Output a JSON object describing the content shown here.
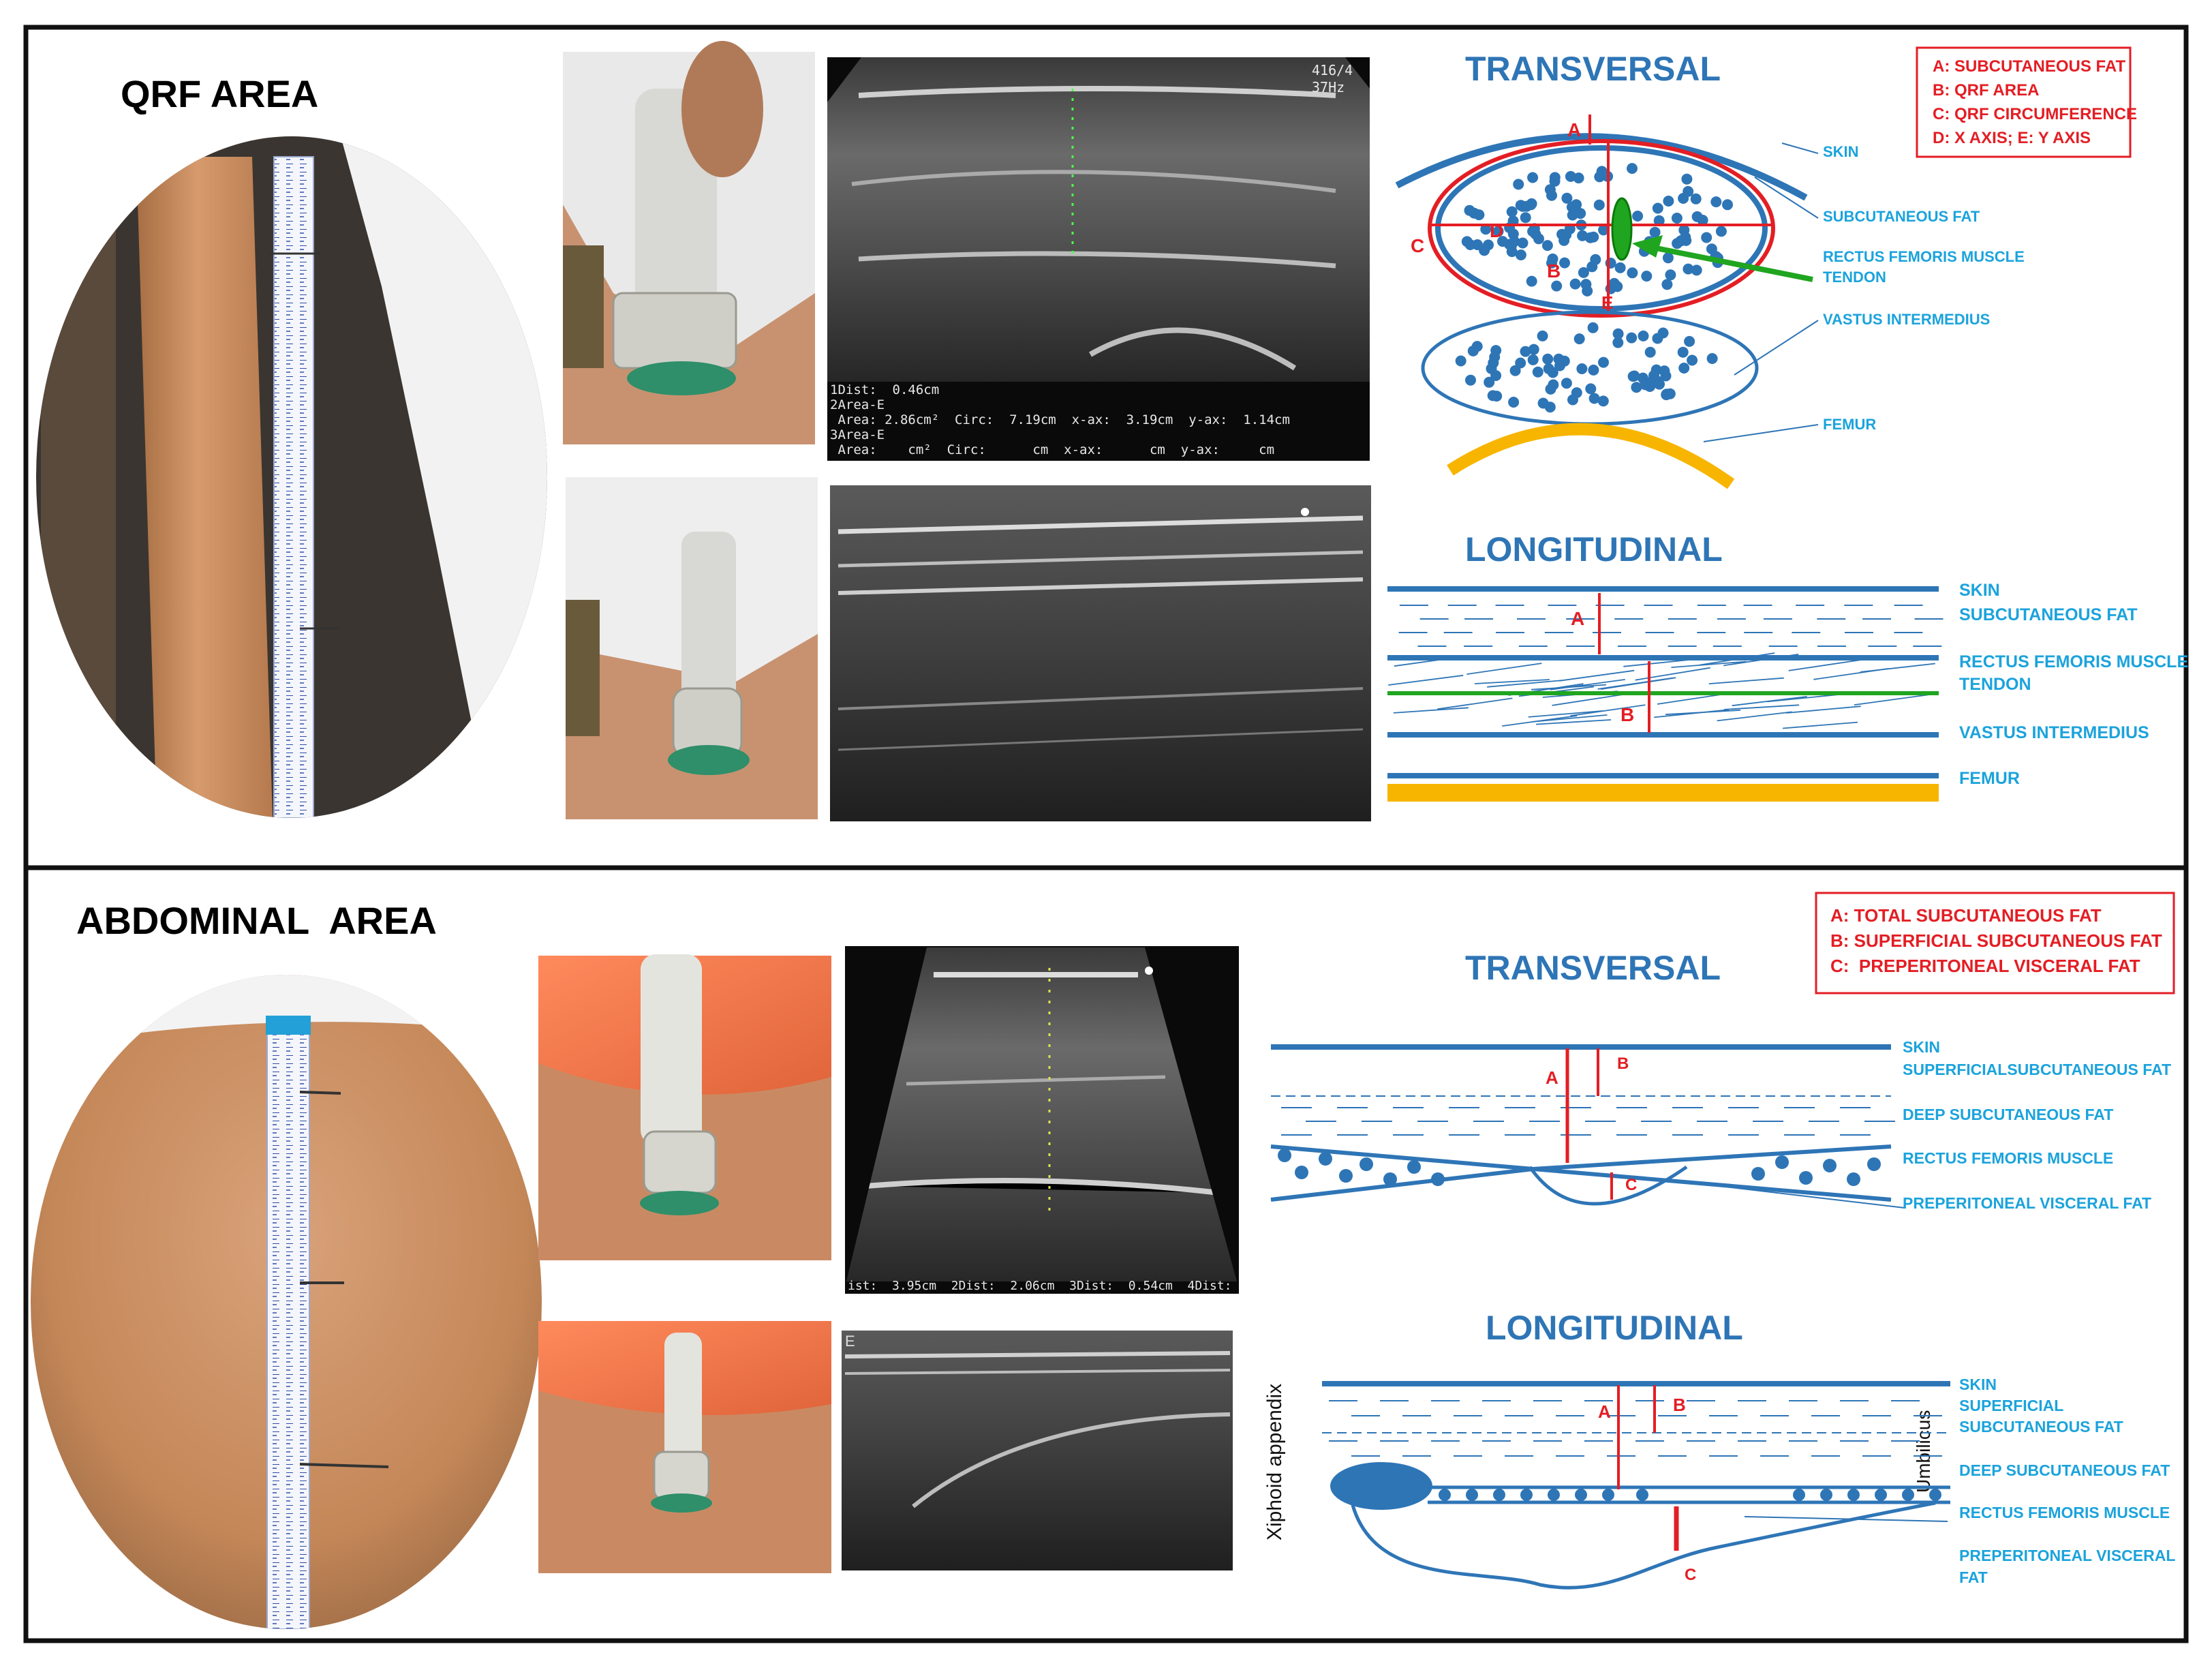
{
  "colors": {
    "diagram_blue": "#2e75b6",
    "label_blue": "#1ba3dc",
    "marker_red": "#e31e24",
    "tendon_green": "#1fa51f",
    "femur_yellow": "#f7b500",
    "border": "#111111"
  },
  "qrf": {
    "title": "QRF AREA",
    "us_transversal": {
      "vertical_label": "416/4\n37Hz",
      "readout": {
        "line1": "1Dist:  0.46cm",
        "line2": "2Area-E",
        "line3": " Area: 2.86cm²  Circ:  7.19cm  x-ax:  3.19cm  y-ax:  1.14cm",
        "line4": "3Area-E",
        "line5": " Area:    cm²  Circ:      cm  x-ax:      cm  y-ax:     cm"
      }
    },
    "transversal": {
      "title": "TRANSVERSAL",
      "legend": [
        "A: SUBCUTANEOUS FAT",
        "B: QRF AREA",
        "C: QRF CIRCUMFERENCE",
        "D: X AXIS; E: Y AXIS"
      ],
      "labels": {
        "skin": "SKIN",
        "subcutaneous_fat": "SUBCUTANEOUS FAT",
        "rectus_line1": "RECTUS FEMORIS MUSCLE",
        "rectus_line2": "TENDON",
        "vastus": "VASTUS INTERMEDIUS",
        "femur": "FEMUR"
      },
      "markers": {
        "a": "A",
        "b": "B",
        "c": "C",
        "d": "D",
        "e": "E"
      }
    },
    "longitudinal": {
      "title": "LONGITUDINAL",
      "labels": {
        "skin": "SKIN",
        "subcutaneous_fat": "SUBCUTANEOUS FAT",
        "rectus": "RECTUS FEMORIS MUSCLE",
        "tendon": "TENDON",
        "vastus": "VASTUS INTERMEDIUS",
        "femur": "FEMUR"
      },
      "markers": {
        "a": "A",
        "b": "B"
      }
    }
  },
  "abdominal": {
    "title": "ABDOMINAL  AREA",
    "us_readout": "ist:  3.95cm  2Dist:  2.06cm  3Dist:  0.54cm  4Dist:",
    "us_long_glyph": "E",
    "transversal": {
      "title": "TRANSVERSAL",
      "legend": [
        "A: TOTAL SUBCUTANEOUS FAT",
        "B: SUPERFICIAL SUBCUTANEOUS FAT",
        "C:  PREPERITONEAL VISCERAL FAT"
      ],
      "labels": {
        "skin": "SKIN",
        "superficial": "SUPERFICIALSUBCUTANEOUS FAT",
        "deep": "DEEP SUBCUTANEOUS FAT",
        "rectus": "RECTUS FEMORIS MUSCLE",
        "preperitoneal": "PREPERITONEAL VISCERAL FAT"
      },
      "markers": {
        "a": "A",
        "b": "B",
        "c": "C"
      }
    },
    "longitudinal": {
      "title": "LONGITUDINAL",
      "side_left": "Xiphoid appendix",
      "side_right": "Umbilicus",
      "labels": {
        "skin": "SKIN",
        "superficial_1": "SUPERFICIAL",
        "superficial_2": "SUBCUTANEOUS FAT",
        "deep": "DEEP SUBCUTANEOUS FAT",
        "rectus": "RECTUS FEMORIS MUSCLE",
        "preperitoneal_1": "PREPERITONEAL VISCERAL",
        "preperitoneal_2": "FAT"
      },
      "markers": {
        "a": "A",
        "b": "B",
        "c": "C"
      }
    }
  }
}
